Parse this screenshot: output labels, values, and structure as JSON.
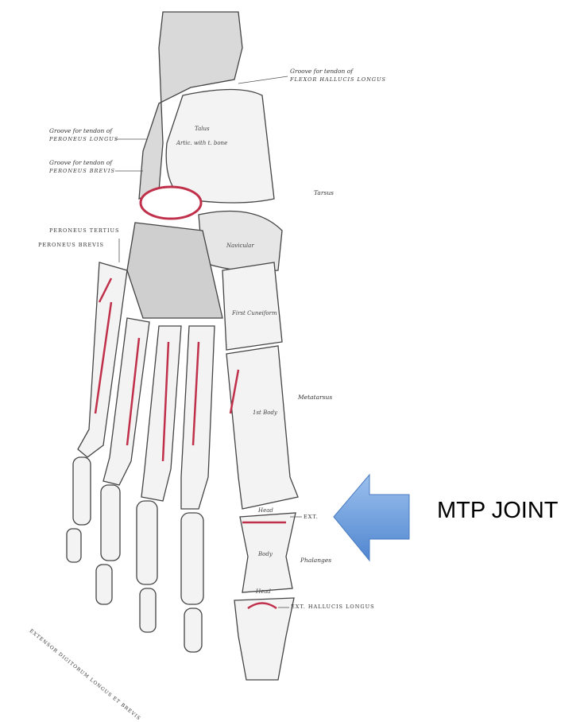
{
  "labels": {
    "flexor_groove_1": "Groove for tendon of",
    "flexor_groove_2": "Flexor hallucis longus",
    "pl_groove_1": "Groove for tendon of",
    "pl_groove_2": "Peroneus longus",
    "pb_groove_1": "Groove for tendon of",
    "pb_groove_2": "Peroneus brevis",
    "tarsus": "Tarsus",
    "peroneus_tertius": "Peroneus tertius",
    "peroneus_brevis": "Peroneus brevis",
    "talus": "Talus",
    "talus_artic": "Artic. with t. bone",
    "navicular": "Navicular",
    "first_cuneiform": "First Cuneiform",
    "metatarsus": "Metatarsus",
    "first_body": "1st Body",
    "head_1": "Head",
    "ext": "Ext.",
    "body": "Body",
    "phalanges": "Phalanges",
    "head_2": "Head",
    "ext_hallucis": "Ext. hallucis longus",
    "ext_digitorum": "Extensor digitorum longus et brevis"
  },
  "callout": {
    "text": "MTP JOINT",
    "arrow_color": "#5b8fd6"
  },
  "colors": {
    "bone_outline": "#444444",
    "tendon": "#c0304a"
  }
}
